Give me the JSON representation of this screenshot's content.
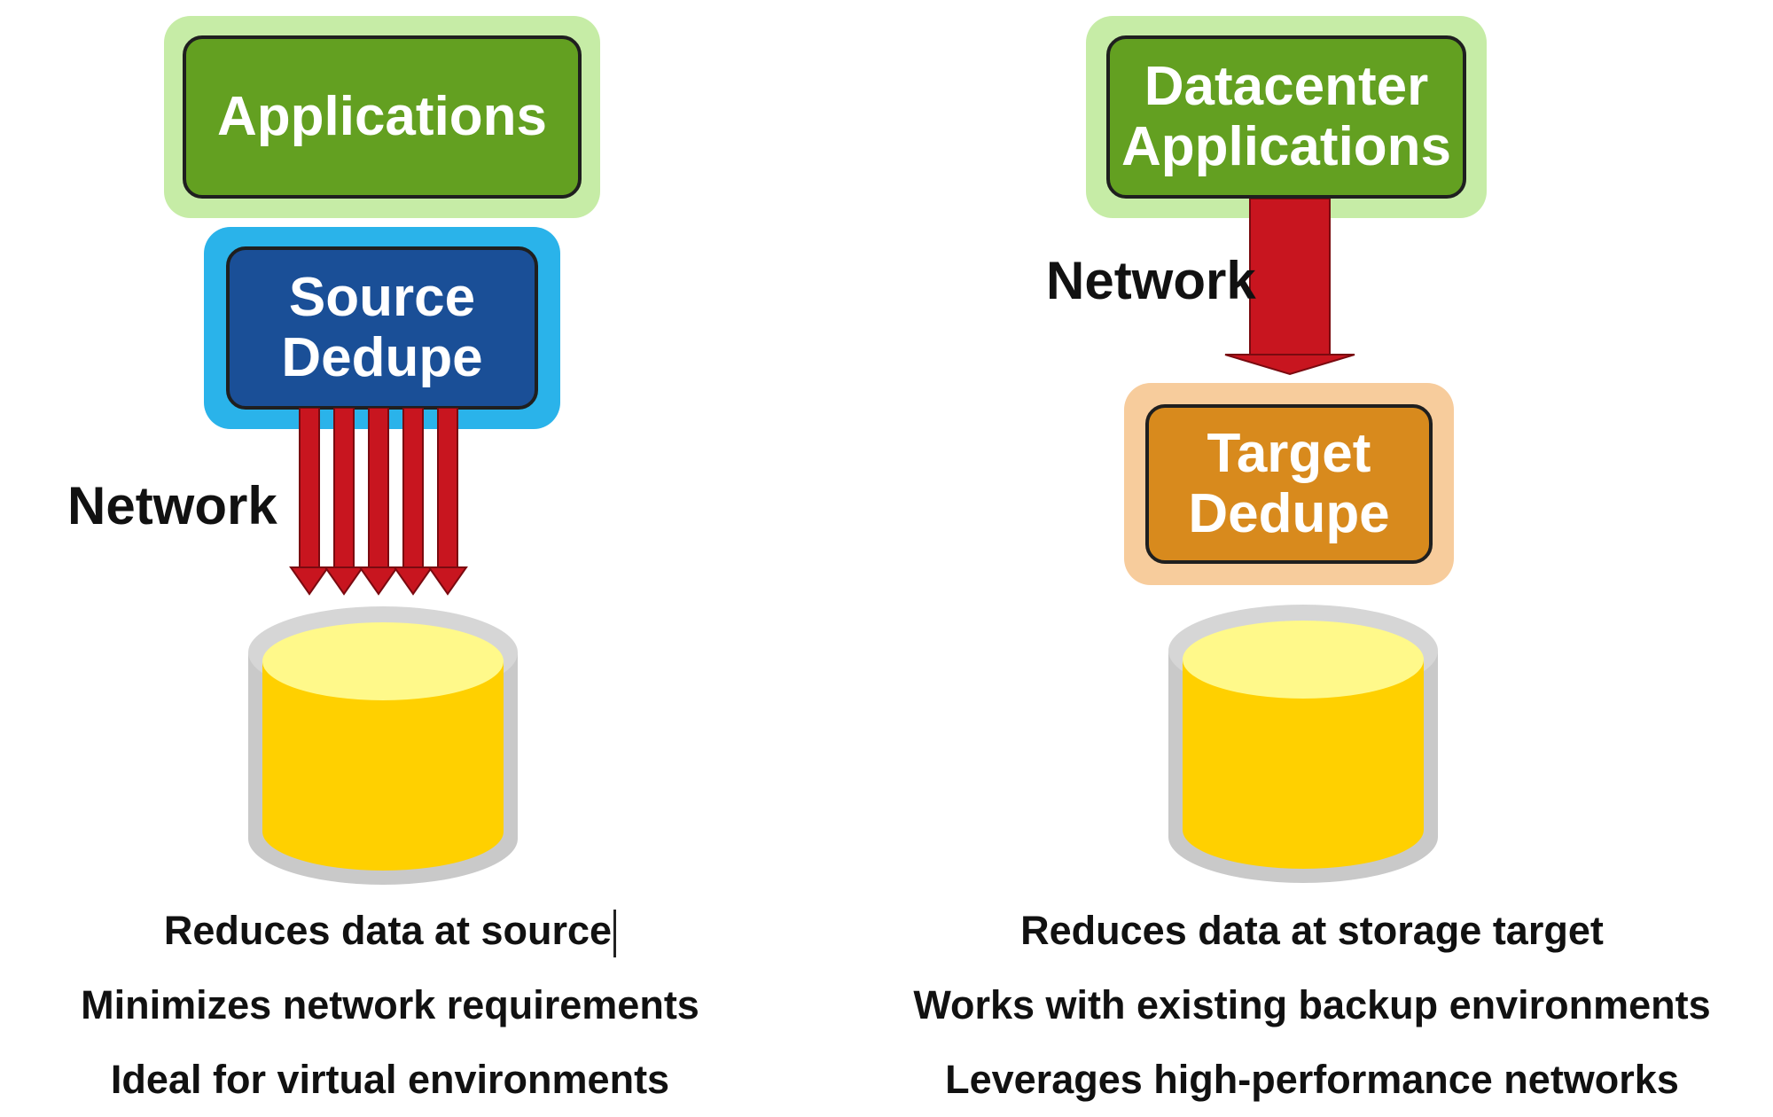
{
  "source": {
    "app_label": "Applications",
    "dedupe_label": "Source\nDedupe",
    "network_label": "Network",
    "captions": [
      "Reduces data at source",
      "Minimizes network requirements",
      "Ideal for virtual environments"
    ]
  },
  "target": {
    "app_label": "Datacenter\nApplications",
    "dedupe_label": "Target\nDedupe",
    "network_label": "Network",
    "captions": [
      "Reduces data at storage target",
      "Works with existing backup environments",
      "Leverages high-performance networks"
    ]
  },
  "colors": {
    "app_box": "#63a021",
    "app_glow": "#c6eca6",
    "source_box": "#1a4f97",
    "source_glow": "#2ab3ea",
    "target_box": "#d88a1d",
    "target_glow": "#f7cc9c",
    "arrow": "#c8151f",
    "storage": "#ffd000"
  },
  "icons": {
    "arrow": "arrow-down-icon",
    "storage": "storage-cylinder-icon"
  }
}
